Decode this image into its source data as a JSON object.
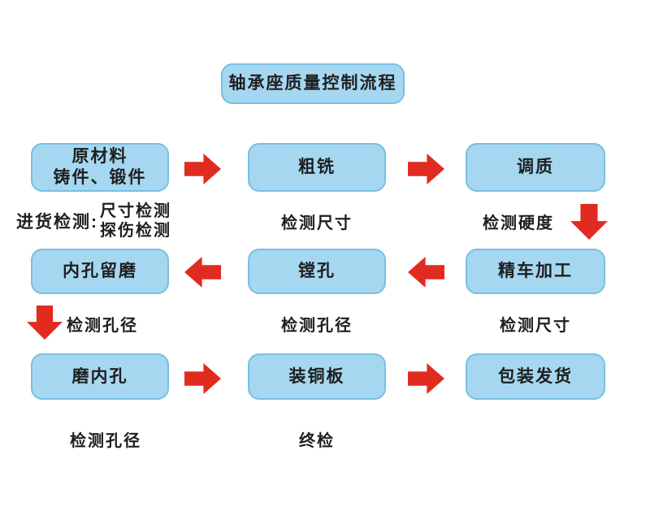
{
  "colors": {
    "box_fill": "#a6d7f0",
    "box_border": "#79bfe2",
    "arrow_red": "#e22b20",
    "text": "#1f1f1f",
    "background": "#ffffff"
  },
  "title": "轴承座质量控制流程",
  "row1": {
    "box1": "原材料\n铸件、锻件",
    "box2": "粗铣",
    "box3": "调质",
    "check_incoming_label": "进货检测:",
    "check_incoming_item1": "尺寸检测",
    "check_incoming_item2": "探伤检测",
    "check_box2": "检测尺寸",
    "check_box3": "检测硬度"
  },
  "row2": {
    "box1": "内孔留磨",
    "box2": "镗孔",
    "box3": "精车加工",
    "check_box1": "检测孔径",
    "check_box2": "检测孔径",
    "check_box3": "检测尺寸"
  },
  "row3": {
    "box1": "磨内孔",
    "box2": "装铜板",
    "box3": "包装发货",
    "check_box1": "检测孔径",
    "check_box2": "终检"
  }
}
